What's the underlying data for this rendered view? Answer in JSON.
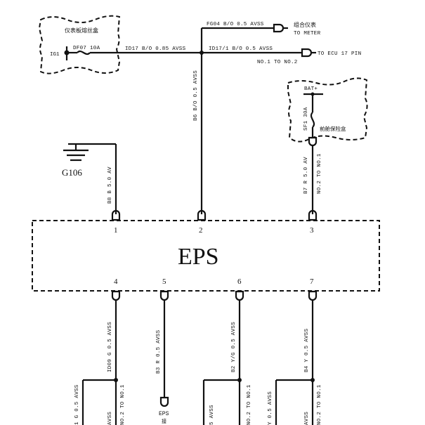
{
  "fuse_box": {
    "title": "仪表板熔丝盒",
    "ig_label": "IG1",
    "fuse_label": "DF07 10A"
  },
  "wires": {
    "main": "ID17 B/O 0.85 AVSS",
    "to_meter": "FG04 B/O 0.5 AVSS",
    "to_ecu": "ID17/1 B/O 0.5 AVSS",
    "no_note": "NO.1 TO NO.2",
    "vertical_b6": "B6 B/O 0.5 AVSS",
    "vertical_b8": "B8 B 5.0 AV",
    "vertical_b7": "B7 R 5.0 AV",
    "b7_no": "NO.2 TO NO.1",
    "pin4": "ID09 G 0.5 AVSS",
    "pin5": "B3 R 0.5 AVSS",
    "pin6": "B2 Y/G 0.5 AVSS",
    "pin7": "B4 Y 0.5 AVSS",
    "bottom_left": "1 G 0.5 AVSS",
    "bottom_no1": "NO.2 TO NO.1",
    "bottom_avss1": "AVSS",
    "bottom_mid": "5 AVSS",
    "bottom_no2": "NO.2 TO NO.1",
    "bottom_y": "Y 0.5 AVSS",
    "bottom_avss2": "AVSS",
    "bottom_no3": "NO.2 TO NO.1"
  },
  "meter": {
    "cn": "组合仪表",
    "en": "TO METER"
  },
  "ecu": {
    "label": "TO ECU 17 PIN"
  },
  "battery_box": {
    "bat": "BAT+",
    "fuse": "SF1 30A",
    "title": "前舱保险盒"
  },
  "ground": {
    "label": "G106"
  },
  "eps": {
    "label": "EPS",
    "pins_top": [
      "1",
      "2",
      "3"
    ],
    "pins_bottom": [
      "4",
      "5",
      "6",
      "7"
    ]
  },
  "eps_connector": {
    "label": "EPS",
    "sub": "接"
  }
}
